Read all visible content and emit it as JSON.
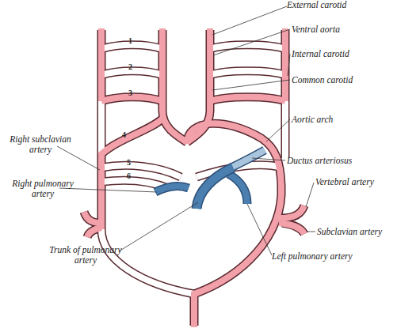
{
  "diagram": {
    "labels": [
      "External carotid",
      "Ventral aorta",
      "Internal carotid",
      "Common carotid",
      "Aortic arch",
      "Ductus arteriosus",
      "Vertebral artery",
      "Subclavian artery",
      "Left pulmonary artery",
      "Trunk of pulmonary artery",
      "Right pulmonary artery",
      "Right subclavian artery",
      "1",
      "2",
      "3",
      "4",
      "5",
      "6"
    ]
  }
}
